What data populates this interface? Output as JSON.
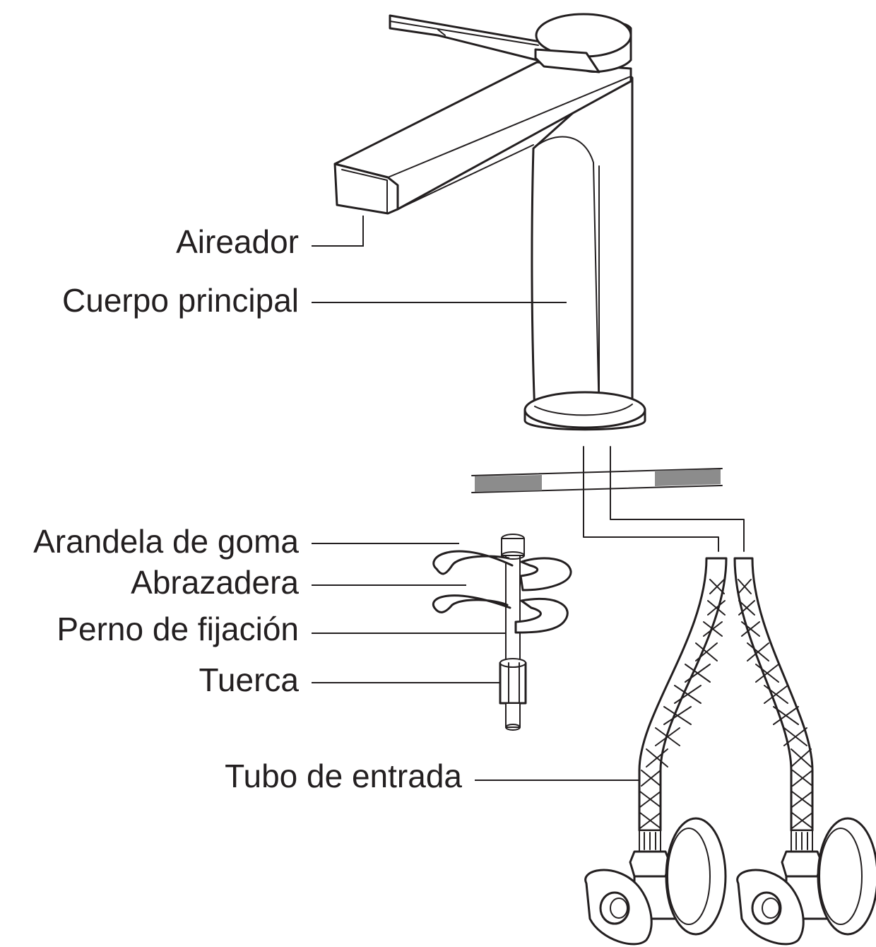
{
  "labels": {
    "aerator": "Aireador",
    "main_body": "Cuerpo principal",
    "rubber_washer": "Arandela de goma",
    "clamp": "Abrazadera",
    "fixing_bolt": "Perno de fijación",
    "nut": "Tuerca",
    "inlet_hose": "Tubo de entrada"
  },
  "colors": {
    "ink": "#231f20",
    "countertop_fill": "#8c8c8c",
    "background": "#ffffff"
  }
}
